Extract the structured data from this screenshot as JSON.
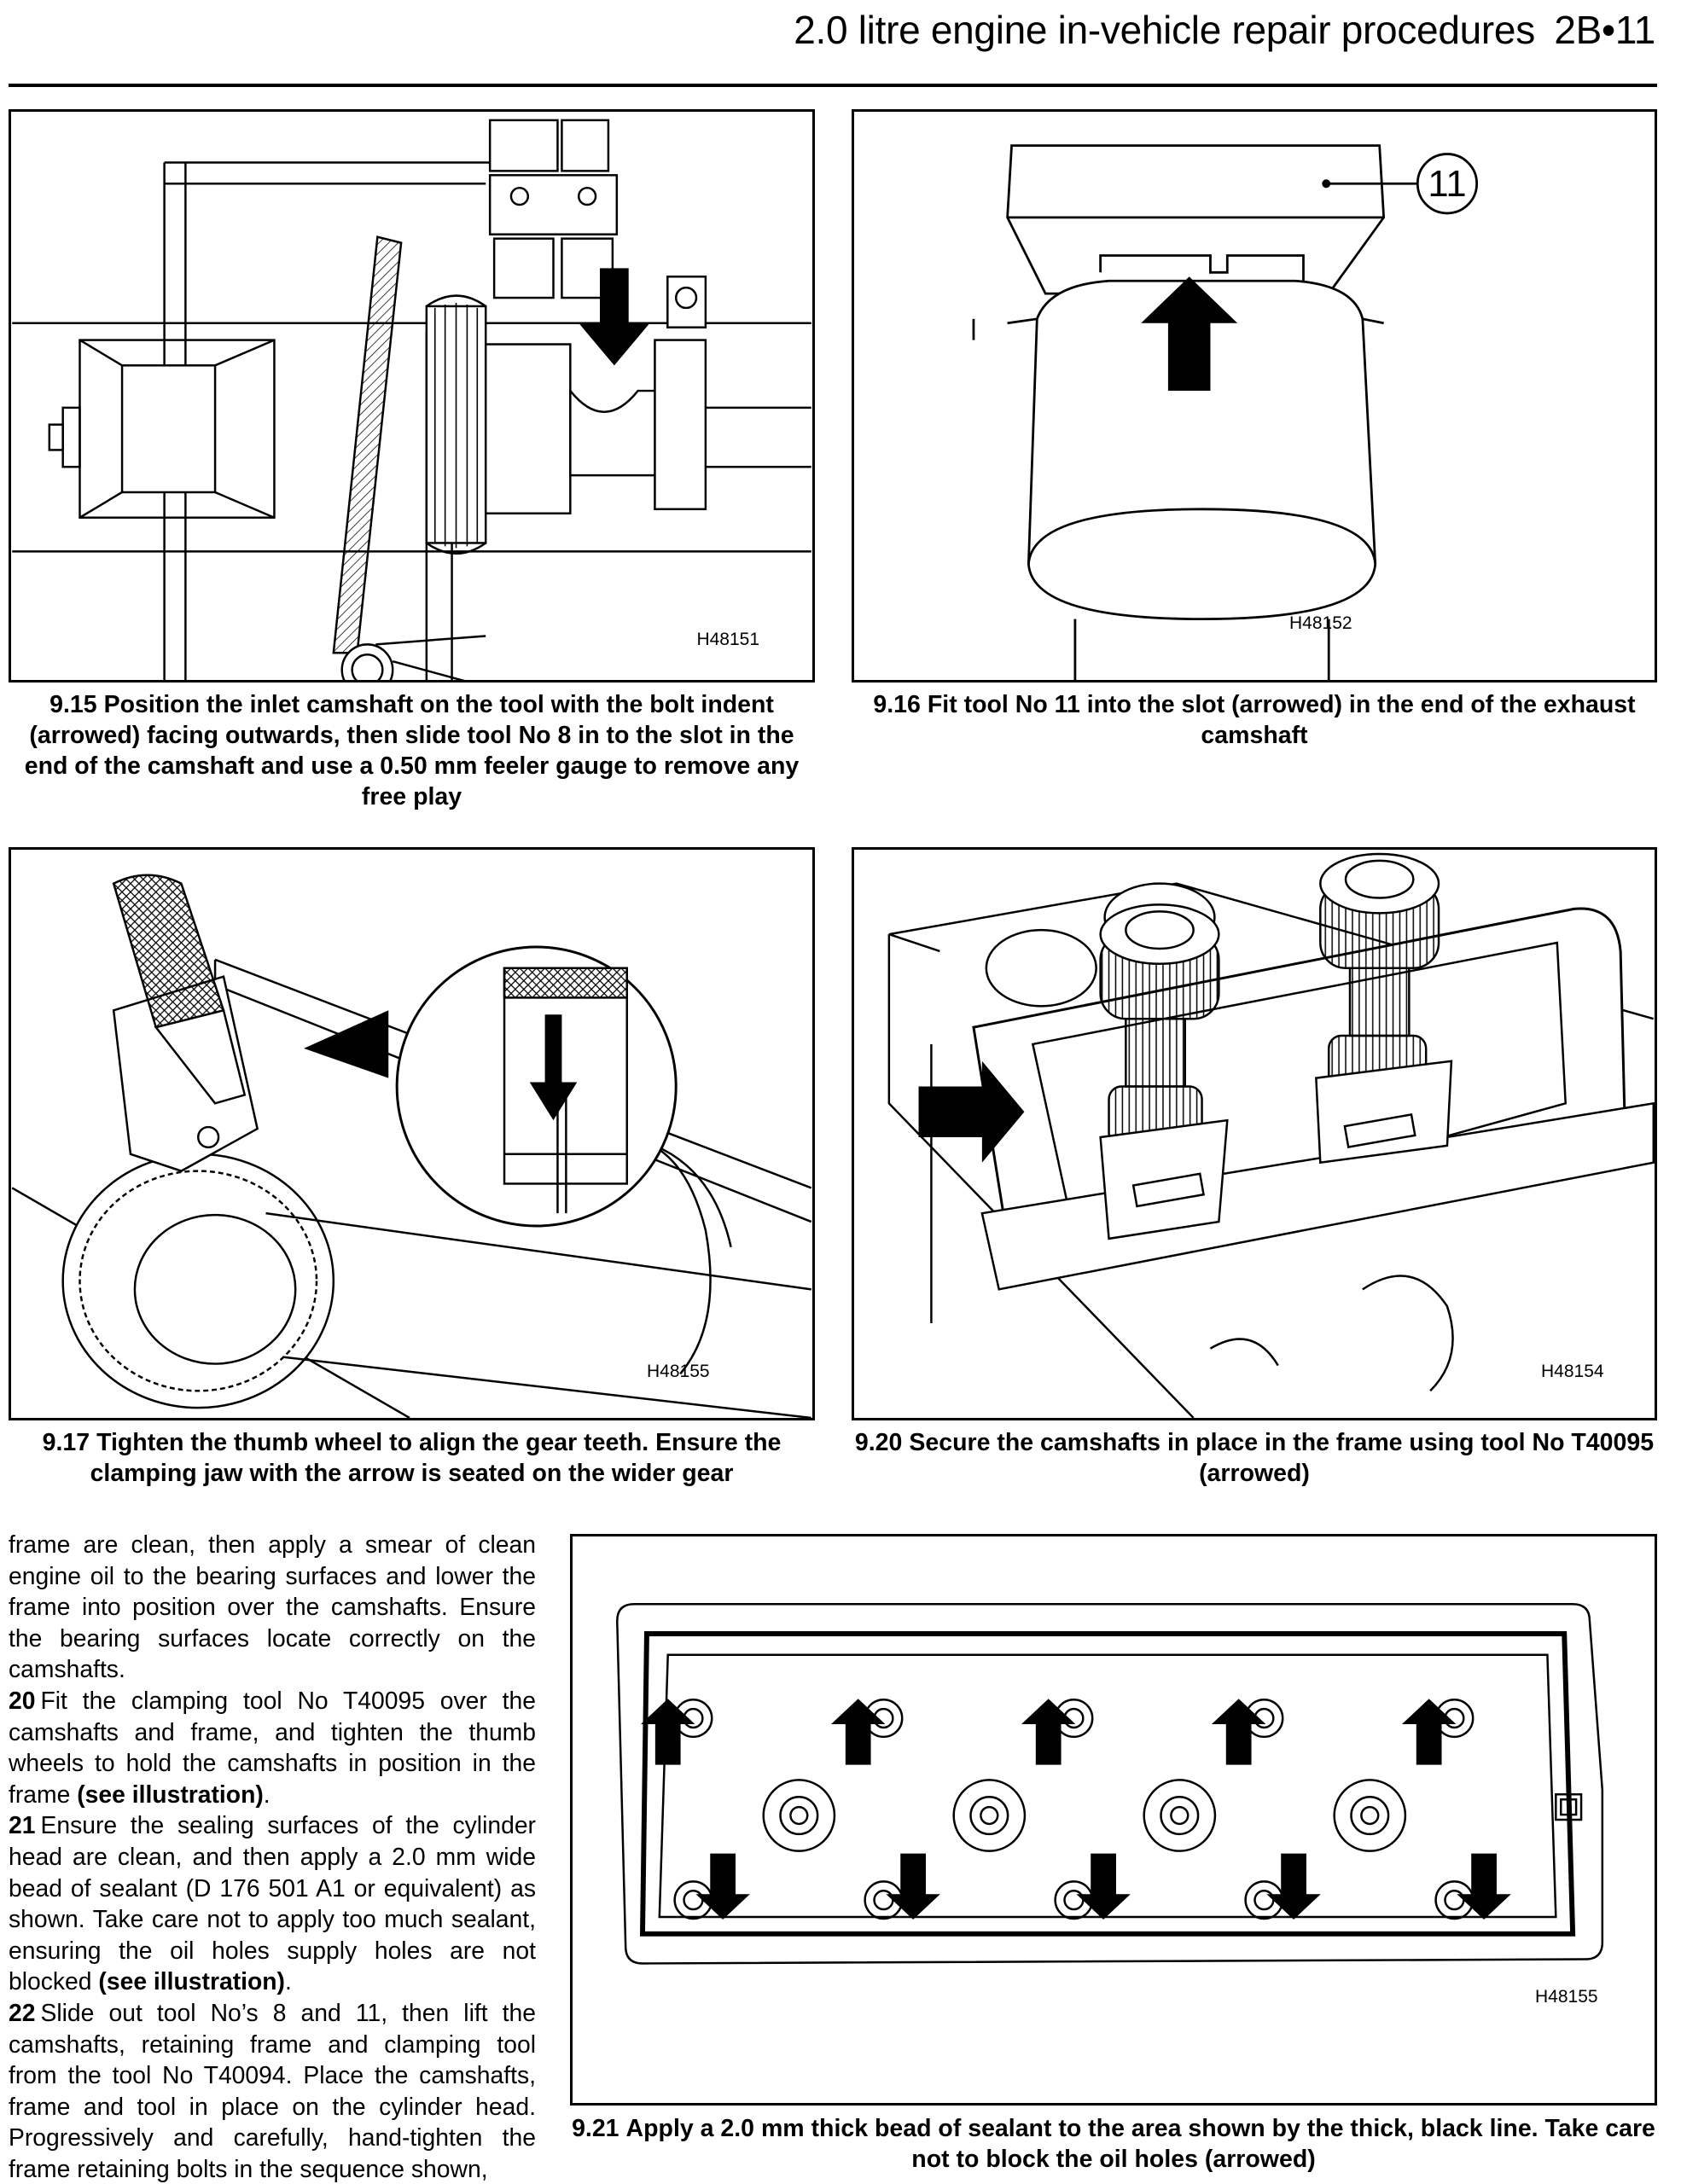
{
  "header": {
    "title": "2.0 litre engine in-vehicle repair procedures",
    "page": "2B•11"
  },
  "figures": {
    "f915": {
      "id_code": "H48151",
      "caption_num": "9.15",
      "caption": "Position the inlet camshaft on the tool with the bolt indent (arrowed) facing outwards, then slide tool No 8 in to the slot in the end of the camshaft and use a 0.50 mm feeler gauge to remove any free play"
    },
    "f916": {
      "id_code": "H48152",
      "callout": "11",
      "caption_num": "9.16",
      "caption": "Fit tool No 11 into the slot (arrowed) in the end of the exhaust camshaft"
    },
    "f917": {
      "id_code": "H48155",
      "caption_num": "9.17",
      "caption": "Tighten the thumb wheel to align the gear teeth. Ensure the clamping jaw with the arrow is seated on the wider gear"
    },
    "f920": {
      "id_code": "H48154",
      "caption_num": "9.20",
      "caption": "Secure the camshafts in place in the frame using tool No T40095 (arrowed)"
    },
    "f921": {
      "id_code": "H48155",
      "caption_num": "9.21",
      "caption": "Apply a 2.0 mm thick bead of sealant to the area shown by the thick, black line. Take care not to block the oil holes (arrowed)"
    }
  },
  "body": {
    "intro": "frame are clean, then apply a smear of clean engine oil to the bearing surfaces and lower the frame into position over the camshafts. Ensure the bearing surfaces locate correctly on the camshafts.",
    "p20_num": "20",
    "p20_text": "Fit the clamping tool No T40095 over the camshafts and frame, and tighten the thumb wheels to hold the camshafts in position in the frame",
    "p20_ref": "(see illustration)",
    "p21_num": "21",
    "p21_text": "Ensure the sealing surfaces of the cylinder head are clean, and then apply a 2.0 mm wide bead of sealant (D 176 501 A1 or equivalent) as shown. Take care not to apply too much sealant, ensuring the oil holes supply holes are not blocked",
    "p21_ref": "(see illustration)",
    "p22_num": "22",
    "p22_text": "Slide out tool No’s 8 and 11, then lift the camshafts, retaining frame and clamping tool from the tool No T40094. Place the camshafts, frame and tool in place on the cylinder head. Progressively and carefully, hand-tighten the frame retaining bolts in the sequence shown,"
  }
}
